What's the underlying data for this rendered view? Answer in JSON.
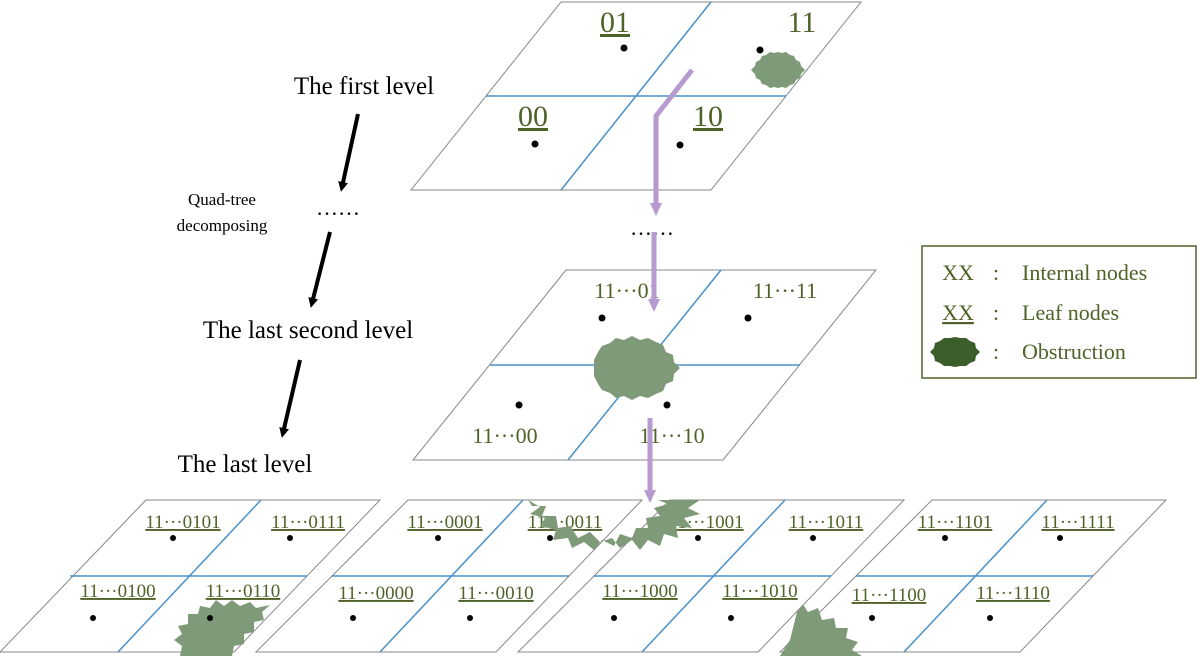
{
  "labels": {
    "first_level": "The first level",
    "quad_tree_line1": "Quad-tree",
    "quad_tree_line2": "decomposing",
    "ellipsis": "……",
    "last_second_level": "The last second level",
    "last_level": "The last level"
  },
  "legend": {
    "internal_symbol": "XX",
    "internal_sep": ":",
    "internal_label": "Internal nodes",
    "leaf_symbol": "XX",
    "leaf_sep": ":",
    "leaf_label": "Leaf nodes",
    "obstruction_sep": ":",
    "obstruction_label": "Obstruction"
  },
  "level1": {
    "q01": "01",
    "q11": "11",
    "q00": "00",
    "q10": "10",
    "ellipsis": "……"
  },
  "level2": {
    "q01": "11···01",
    "q11": "11···11",
    "q00": "11···00",
    "q10": "11···10"
  },
  "level3": {
    "p1": {
      "tl": "11···0101",
      "tr": "11···0111",
      "bl": "11···0100",
      "br": "11···0110"
    },
    "p2": {
      "tl": "11···0001",
      "tr": "11···0011",
      "bl": "11···0000",
      "br": "11···0010"
    },
    "p3": {
      "tl": "11···1001",
      "tr": "11···1011",
      "bl": "11···1000",
      "br": "11···1010"
    },
    "p4": {
      "tl": "11···1101",
      "tr": "11···1111",
      "bl": "11···1100",
      "br": "11···1110"
    }
  },
  "colors": {
    "text": "#4f6228",
    "grid": "#4a90c8",
    "arrow": "#b69ad0",
    "obstruction": "#7f9a78",
    "obstruction_legend": "#3b5e2a",
    "border": "#4f6228"
  }
}
